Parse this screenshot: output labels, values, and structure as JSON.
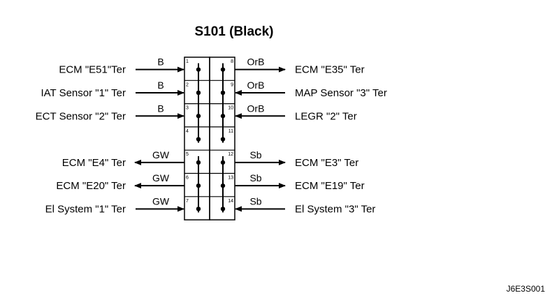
{
  "title": "S101 (Black)",
  "figure_code": "J6E3S001",
  "left_rows": [
    {
      "label": "ECM \"E51\"Ter",
      "wire": "B",
      "pin": "1",
      "dir": "in"
    },
    {
      "label": "IAT Sensor \"1\" Ter",
      "wire": "B",
      "pin": "2",
      "dir": "in"
    },
    {
      "label": "ECT Sensor \"2\" Ter",
      "wire": "B",
      "pin": "3",
      "dir": "in"
    },
    {
      "label": "ECM \"E4\" Ter",
      "wire": "GW",
      "pin": "5",
      "dir": "out"
    },
    {
      "label": "ECM \"E20\" Ter",
      "wire": "GW",
      "pin": "6",
      "dir": "out"
    },
    {
      "label": "El System \"1\" Ter",
      "wire": "GW",
      "pin": "7",
      "dir": "in"
    }
  ],
  "right_rows": [
    {
      "label": "ECM \"E35\" Ter",
      "wire": "OrB",
      "pin": "8",
      "dir": "out"
    },
    {
      "label": "MAP Sensor \"3\" Ter",
      "wire": "OrB",
      "pin": "9",
      "dir": "in"
    },
    {
      "label": "LEGR \"2\" Ter",
      "wire": "OrB",
      "pin": "10",
      "dir": "in"
    },
    {
      "label": "ECM \"E3\" Ter",
      "wire": "Sb",
      "pin": "12",
      "dir": "out"
    },
    {
      "label": "ECM \"E19\" Ter",
      "wire": "Sb",
      "pin": "13",
      "dir": "out"
    },
    {
      "label": "El System \"3\" Ter",
      "wire": "Sb",
      "pin": "14",
      "dir": "in"
    }
  ],
  "unused_pins": [
    "4",
    "11"
  ]
}
